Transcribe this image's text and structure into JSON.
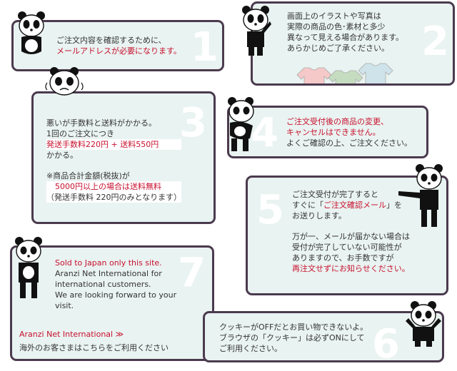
{
  "card1": {
    "number": "1",
    "lines": [
      "ご注文内容を確認するために、",
      "メールアドレスが必要になります。"
    ]
  },
  "card2": {
    "number": "2",
    "lines": [
      "画面上のイラストや写真は",
      "実際の商品の色･素材と多少",
      "異なって見える場合があります。",
      "あらかじめご了承ください。"
    ]
  },
  "card3": {
    "number": "3",
    "lines": [
      "悪いが手数料と送料がかかる。",
      "1回のご注文につき",
      "発送手数料220円 + 送料550円",
      "かかる。"
    ],
    "note": [
      "※商品合計金額(税抜)が",
      "5000円以上の場合は送料無料",
      "（発送手数料 220円のみとなります）"
    ]
  },
  "card4": {
    "number": "4",
    "lines": [
      "ご注文受付後の商品の変更、",
      "キャンセルはできません。",
      "よくご確認の上、ご注文ください。"
    ]
  },
  "card5": {
    "number": "5",
    "lines": [
      "ご注文受付が完了すると",
      "すぐに「",
      "ご注文確認メール",
      "」を",
      "お送りします。"
    ],
    "lines2": [
      "万が一、メールが届かない場合は",
      "受付が完了していない可能性が",
      "ありますので、お手数ですが",
      "再注文せずにお知らせください。"
    ]
  },
  "card6": {
    "number": "6",
    "lines": [
      "クッキーがOFFだとお買い物できないよ。",
      "ブラウザの「クッキー」は必ずONにして",
      "ご利用ください。"
    ]
  },
  "card7": {
    "number": "7",
    "lines": [
      "Sold to Japan only this site.",
      "Aranzi Net International for",
      "international customers.",
      "We are looking forward to your",
      "visit."
    ],
    "link_label": "Aranzi Net International ≫",
    "footer": "海外のお客さまはこちらをご利用ください"
  },
  "colors": {
    "card_bg": "#e9f3f1",
    "card_border": "#4b3a4e",
    "accent_red": "#c8102e",
    "shirt_pink": "#f5c9c8",
    "shirt_green": "#c5dcc1",
    "shirt_blue": "#cfe4ea"
  }
}
